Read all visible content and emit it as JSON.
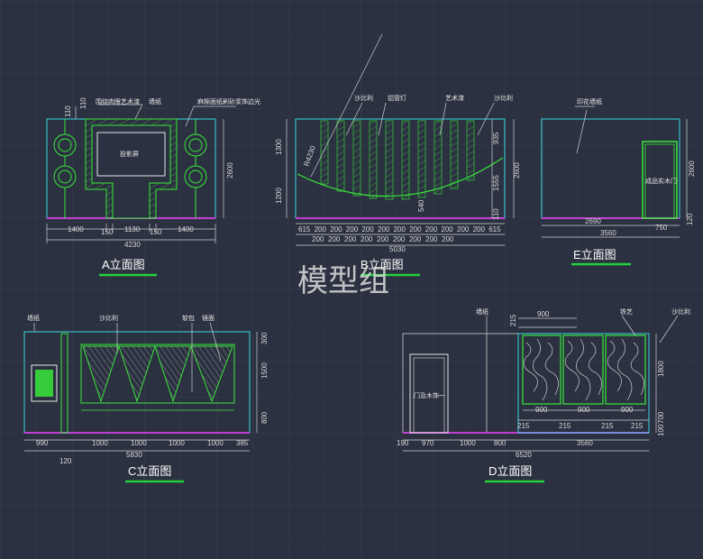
{
  "watermark": "模型组",
  "colors": {
    "background": "#2b3140",
    "grid": "#36404f",
    "outline_cyan": "#38d7e0",
    "feature_green": "#39e83a",
    "floor_magenta": "#c13fd0",
    "dim_line": "#cfcfcf",
    "title_underline": "#23d03a"
  },
  "views": {
    "a": {
      "title": "A立面图",
      "labels": [
        "围绕肉眼艺术漆",
        "墙纸",
        "麻棉面纸刷砂浆饰边光",
        "投影屏"
      ],
      "dims_bottom": [
        "1400",
        "150",
        "1130",
        "150",
        "1400"
      ],
      "dim_total": "4230",
      "dim_right": "2600",
      "dims_left": [
        "110",
        "110"
      ]
    },
    "b": {
      "title": "B立面图",
      "labels": [
        "沙比利",
        "铝管灯",
        "艺术漆",
        "沙比利"
      ],
      "dims_bottom": [
        "615",
        "200",
        "200",
        "200",
        "200",
        "200",
        "200",
        "200",
        "200",
        "200",
        "200",
        "200",
        "615"
      ],
      "dims_bottom_row2": [
        "200",
        "200",
        "200",
        "200",
        "200",
        "200",
        "200",
        "200",
        "200"
      ],
      "dim_total": "5030",
      "dims_left": [
        "1300",
        "1200"
      ],
      "dims_right": [
        "935",
        "1555",
        "110"
      ],
      "dim_right_total": "2600",
      "dim_arc": "R4230",
      "dim_inner": "540"
    },
    "e": {
      "title": "E立面图",
      "labels": [
        "印花墙纸",
        "成品实木门"
      ],
      "dims_bottom": [
        "2690",
        "750",
        "120"
      ],
      "dim_total": "3560",
      "dim_right": "2600"
    },
    "c": {
      "title": "C立面图",
      "labels": [
        "墙纸",
        "沙比利",
        "软包",
        "镜面"
      ],
      "dims_bottom": [
        "990",
        "1000",
        "1000",
        "1000",
        "1000",
        "385"
      ],
      "dim_total": "5830",
      "dim_small": "120",
      "dims_right": [
        "300",
        "1500",
        "800"
      ]
    },
    "d": {
      "title": "D立面图",
      "labels": [
        "墙纸",
        "铁艺",
        "沙比利",
        "门及木饰一"
      ],
      "dims_top": [
        "215",
        "900"
      ],
      "dims_mid": [
        "900",
        "900",
        "900"
      ],
      "dims_lower": [
        "215",
        "215",
        "215",
        "215"
      ],
      "dims_bottom": [
        "190",
        "970",
        "1000",
        "800"
      ],
      "dim_sub": "3560",
      "dim_total": "6520",
      "dims_right": [
        "1800",
        "700",
        "100"
      ]
    }
  }
}
